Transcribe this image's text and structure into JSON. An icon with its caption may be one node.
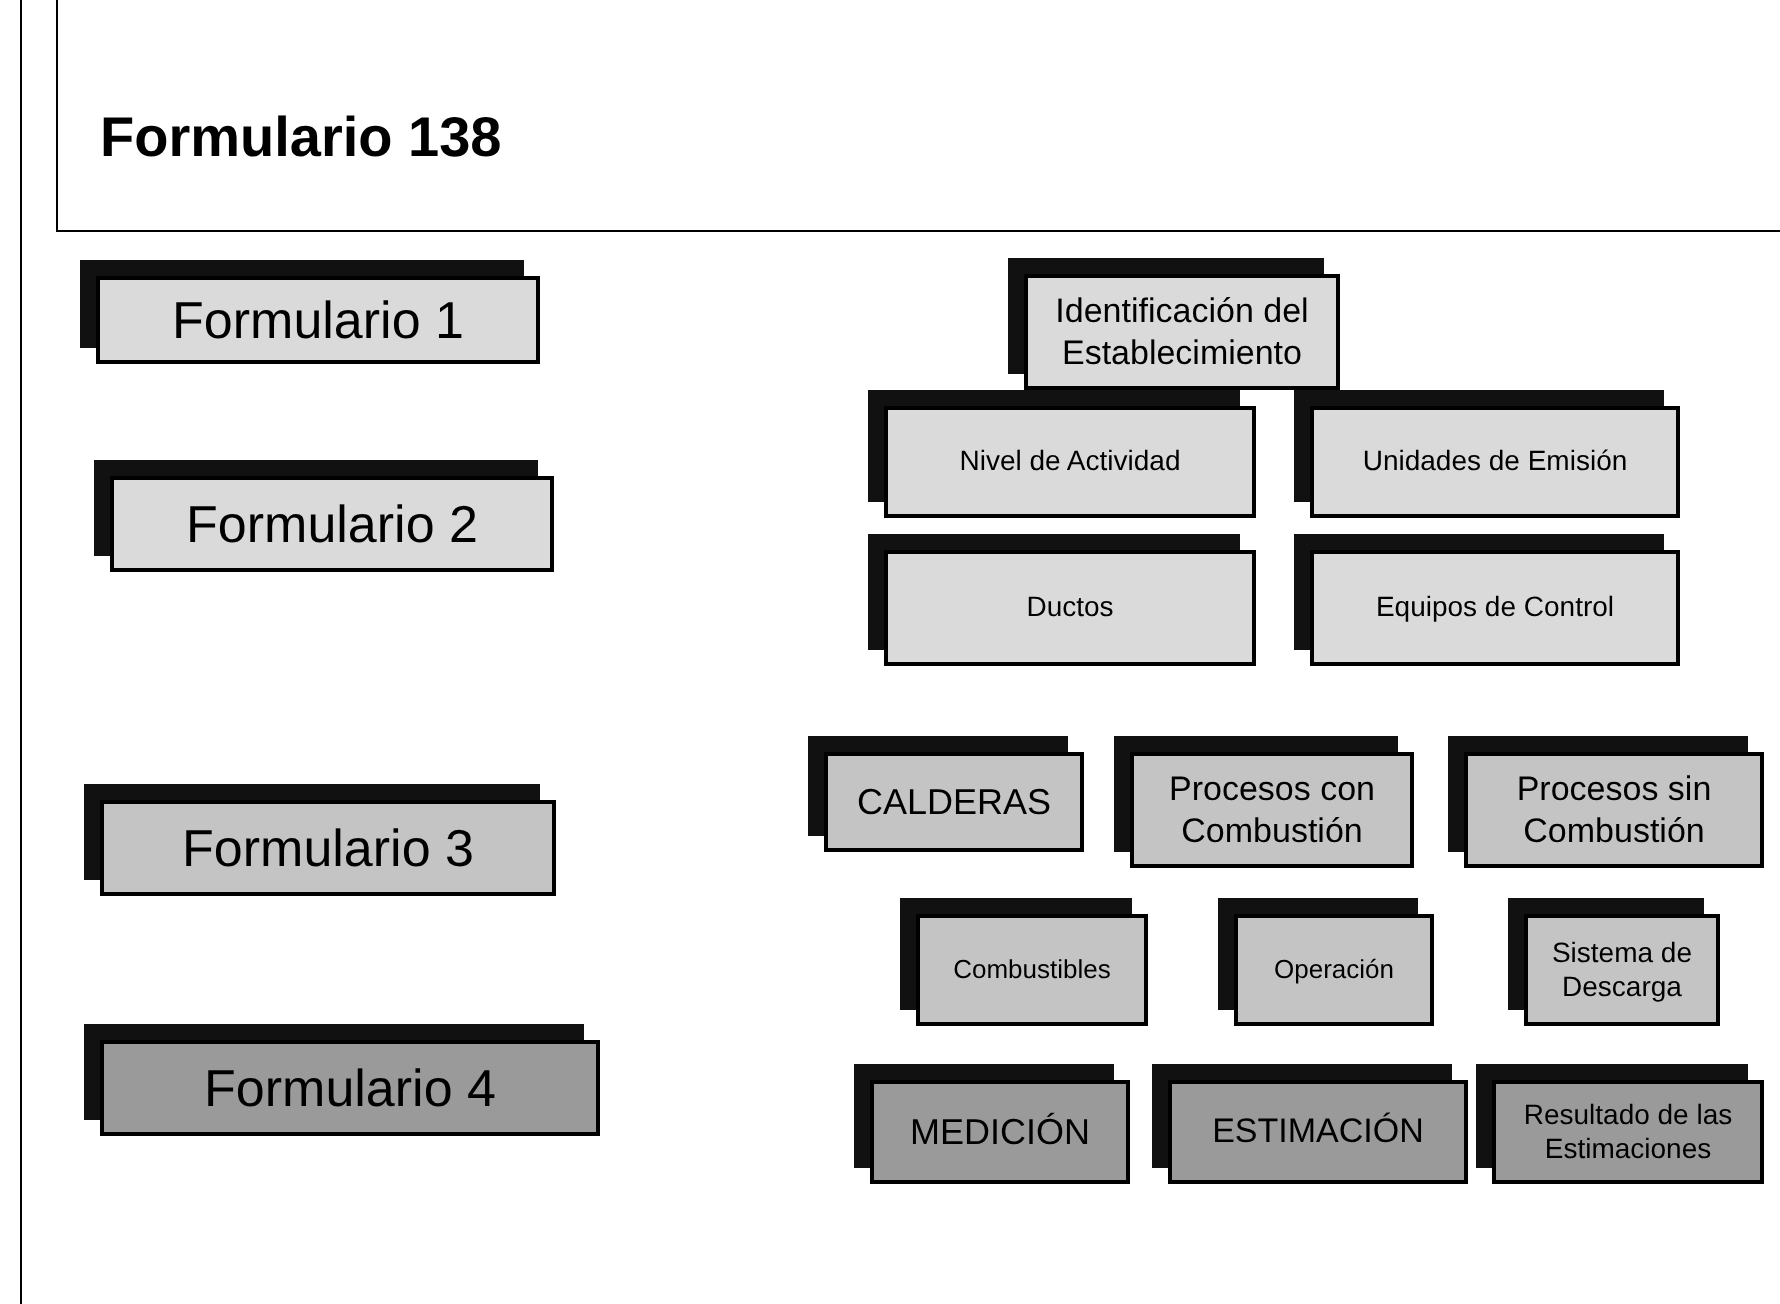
{
  "diagram": {
    "title": "Formulario 138",
    "nodes": [
      {
        "text": [
          "Formulario 1"
        ]
      },
      {
        "text": [
          "Formulario 2"
        ]
      },
      {
        "text": [
          "Formulario 3"
        ]
      },
      {
        "text": [
          "Formulario 4"
        ]
      },
      {
        "text": [
          "Identificación del Establecimiento"
        ]
      },
      {
        "text": [
          "Nivel de Actividad"
        ]
      },
      {
        "text": [
          "Unidades de Emisión"
        ]
      },
      {
        "text": [
          "Ductos"
        ]
      },
      {
        "text": [
          "Equipos de Control"
        ]
      },
      {
        "text": [
          "CALDERAS"
        ]
      },
      {
        "text": [
          "Procesos con Combustión"
        ]
      },
      {
        "text": [
          "Procesos sin Combustión"
        ]
      },
      {
        "text": [
          "Combustibles"
        ]
      },
      {
        "text": [
          "Operación"
        ]
      },
      {
        "text": [
          "Sistema de Descarga"
        ]
      },
      {
        "text": [
          "MEDICIÓN"
        ]
      },
      {
        "text": [
          "ESTIMACIÓN"
        ]
      },
      {
        "text": [
          "Resultado de las Estimaciones"
        ]
      }
    ]
  }
}
